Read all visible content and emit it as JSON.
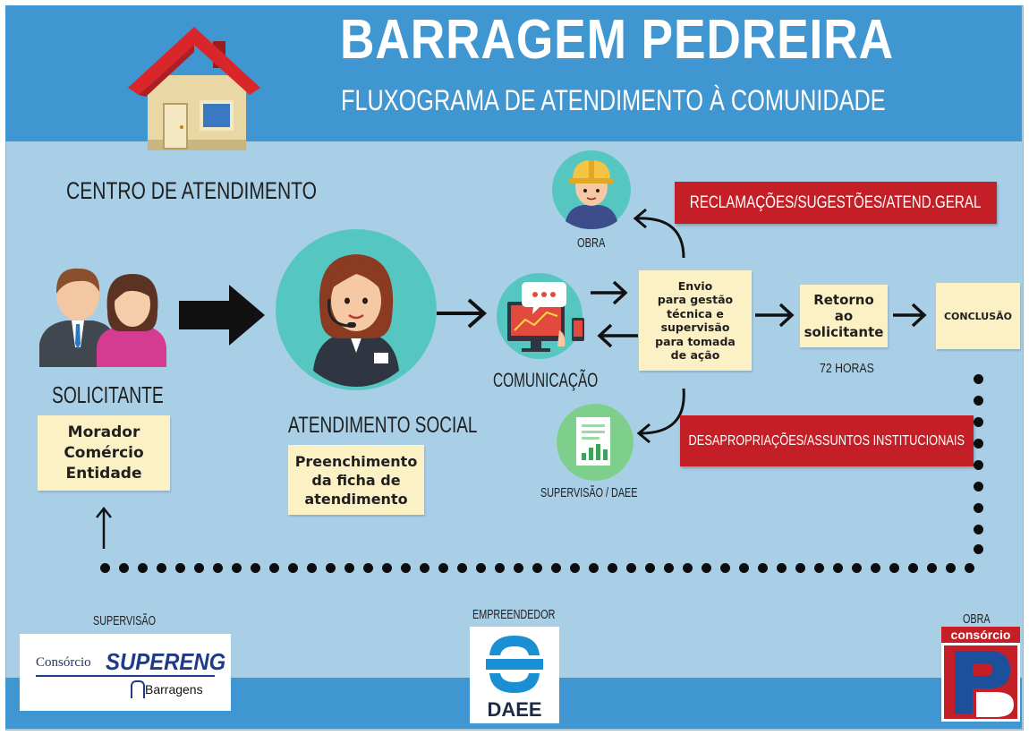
{
  "header": {
    "title": "BARRAGEM PEDREIRA",
    "subtitle": "FLUXOGRAMA DE ATENDIMENTO À COMUNIDADE"
  },
  "centro": {
    "label": "CENTRO DE ATENDIMENTO",
    "icon": "house-icon"
  },
  "solicitante": {
    "label": "SOLICITANTE",
    "icon": "couple-icon",
    "note": [
      "Morador",
      "Comércio",
      "Entidade"
    ]
  },
  "atendimento": {
    "label": "ATENDIMENTO SOCIAL",
    "icon": "call-center-agent-icon",
    "note": [
      "Preenchimento",
      "da ficha de",
      "atendimento"
    ]
  },
  "comunicacao": {
    "label": "COMUNICAÇÃO",
    "icon": "computer-chat-icon"
  },
  "obra_node": {
    "label": "OBRA",
    "icon": "worker-helmet-icon"
  },
  "supervisao_node": {
    "label": "SUPERVISÃO / DAEE",
    "icon": "document-chart-icon"
  },
  "envio": {
    "lines": [
      "Envio",
      "para gestão",
      "técnica e",
      "supervisão",
      "para tomada",
      "de ação"
    ]
  },
  "retorno": {
    "lines": [
      "Retorno",
      "ao",
      "solicitante"
    ],
    "time": "72 HORAS"
  },
  "conclusao": {
    "label": "CONCLUSÃO"
  },
  "red_boxes": {
    "reclamacoes": "RECLAMAÇÕES/SUGESTÕES/ATEND.GERAL",
    "desapropriacoes": "DESAPROPRIAÇÕES/ASSUNTOS INSTITUCIONAIS"
  },
  "footer": {
    "supervisao_label": "SUPERVISÃO",
    "supervisao_logo": {
      "consorcio": "Consórcio",
      "name": "SUPERENG",
      "sub": "Barragens"
    },
    "empreendedor_label": "EMPREENDEDOR",
    "empreendedor_logo": {
      "name": "DAEE"
    },
    "obra_label": "OBRA",
    "obra_logo": {
      "consorcio": "consórcio",
      "letter": "PB"
    }
  },
  "colors": {
    "background": "#a9cfe7",
    "band": "#3f96d0",
    "red": "#c41e26",
    "note": "#fcf1c5",
    "circle": "#56c7c0"
  }
}
